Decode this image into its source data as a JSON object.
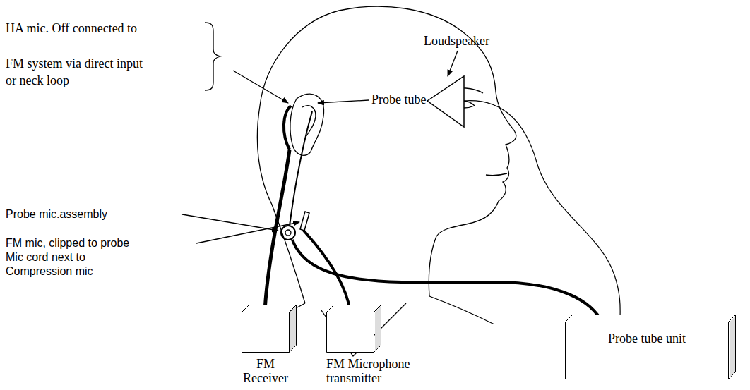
{
  "diagram": {
    "nodes": [
      {
        "text": [
          "FM Receiver"
        ]
      },
      {
        "text": [
          "FM Microphone transmitter"
        ]
      },
      {
        "text": [
          "Probe tube unit"
        ]
      }
    ],
    "labels": [
      "HA mic. Off connected to",
      "FM system via direct input",
      "or neck loop",
      "Probe mic.assembly",
      "FM mic, clipped to probe",
      "Mic cord next to",
      "Compression mic",
      "Probe tube",
      "Loudspeaker"
    ]
  }
}
